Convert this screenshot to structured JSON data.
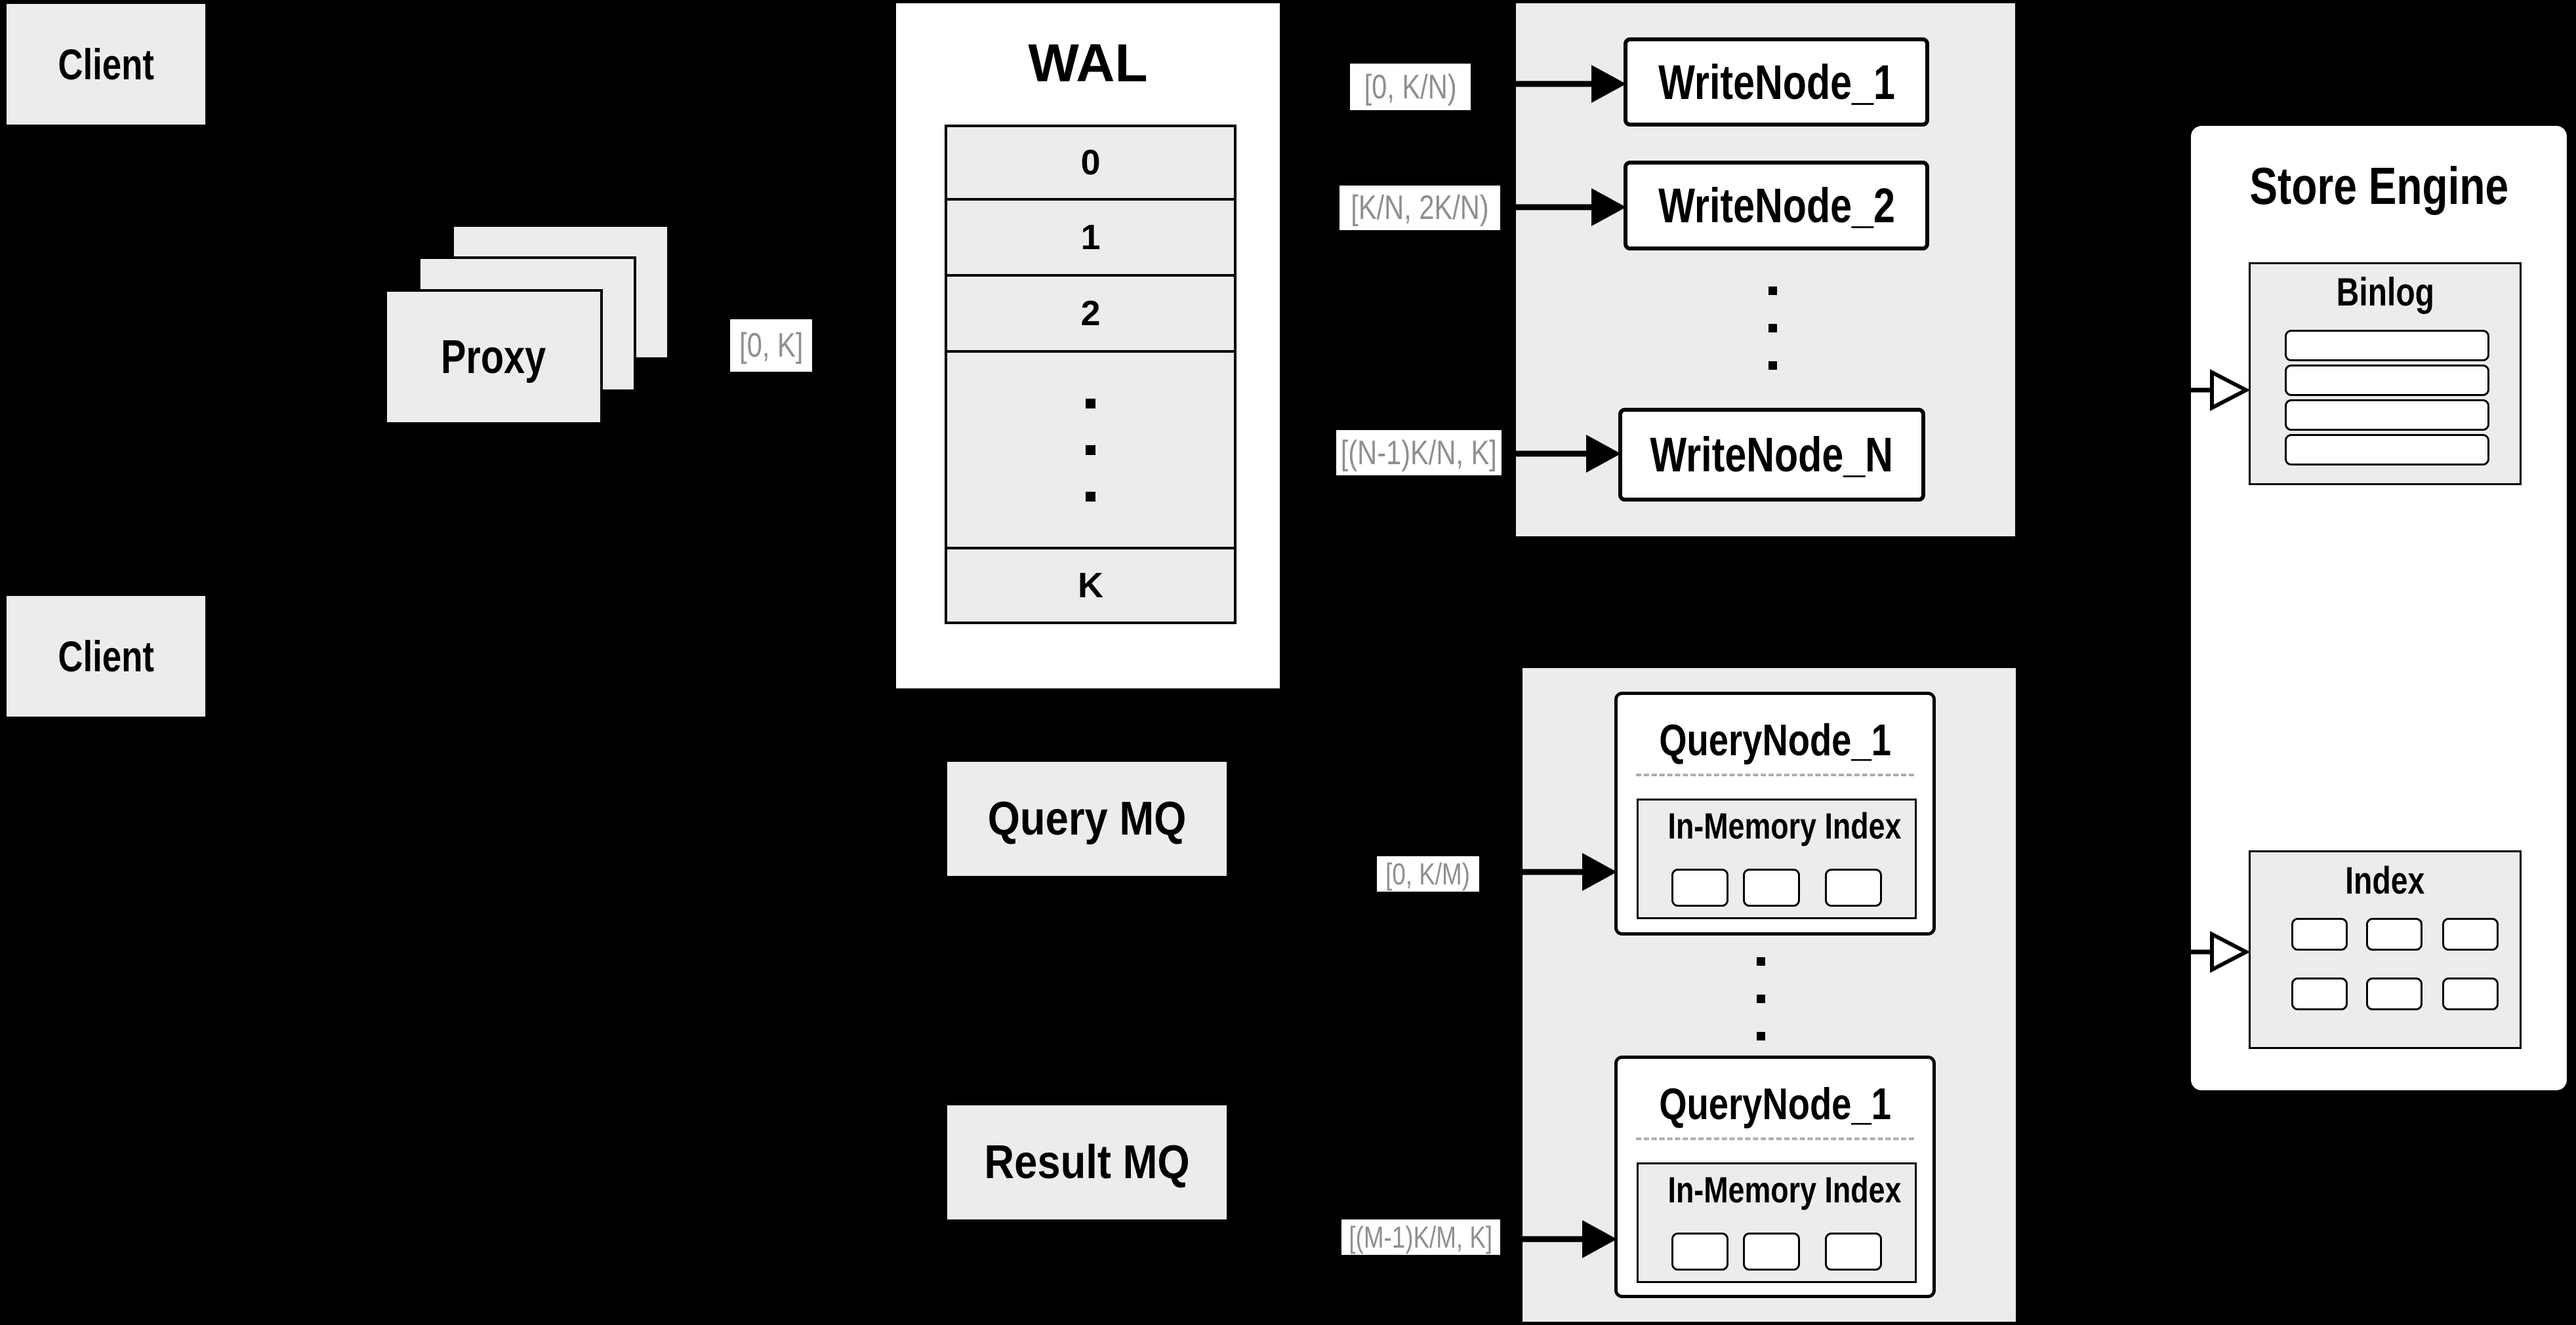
{
  "palette": {
    "background": "#000000",
    "box_gray": "#ececec",
    "box_white": "#ffffff",
    "label_text_gray": "#8f8f8f",
    "line_black": "#000000"
  },
  "clients": {
    "top_label": "Client",
    "bottom_label": "Client"
  },
  "proxy": {
    "label": "Proxy"
  },
  "flow_labels": {
    "proxy_to_wal": "[0, K]",
    "wal_to_write_1": "[0,  K/N)",
    "wal_to_write_2": "[K/N, 2K/N)",
    "wal_to_write_n": "[(N-1)K/N,  K]",
    "query_to_node_1": "[0, K/M)",
    "query_to_node_m": "[(M-1)K/M, K]"
  },
  "wal": {
    "title": "WAL",
    "rows": [
      "0",
      "1",
      "2",
      "K"
    ]
  },
  "write_nodes": {
    "node_1": "WriteNode_1",
    "node_2": "WriteNode_2",
    "node_n": "WriteNode_N"
  },
  "mq": {
    "query": "Query MQ",
    "result": "Result MQ"
  },
  "query_nodes": {
    "node_top": {
      "title": "QueryNode_1",
      "inner_title": "In-Memory Index"
    },
    "node_bottom": {
      "title": "QueryNode_1",
      "inner_title": "In-Memory Index"
    }
  },
  "store_engine": {
    "title": "Store Engine",
    "binlog_title": "Binlog",
    "index_title": "Index"
  },
  "icons": {
    "vertical_ellipsis": "vertical-ellipsis",
    "arrow_filled": "filled-arrow",
    "arrow_hollow": "hollow-arrow"
  }
}
